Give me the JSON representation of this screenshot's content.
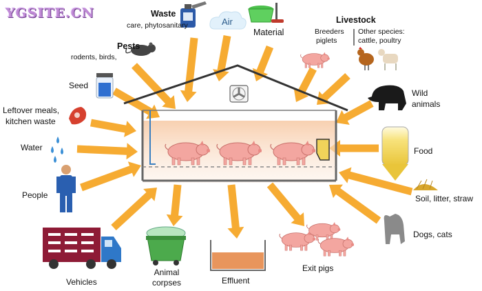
{
  "watermark": "YGSITE.CN",
  "labels": {
    "waste": "Waste",
    "waste_sub": "care, phytosanitary",
    "air": "Air",
    "material": "Material",
    "livestock": "Livestock",
    "breeders": "Breeders",
    "piglets": "piglets",
    "other_species": "Other species:",
    "cattle_poultry": "cattle, poultry",
    "pests": "Pests",
    "pests_sub": "rodents, birds,",
    "seed": "Seed",
    "leftover_1": "Leftover meals,",
    "leftover_2": "kitchen waste",
    "water": "Water",
    "people": "People",
    "wild_1": "Wild",
    "wild_2": "animals",
    "food": "Food",
    "soil": "Soil, litter, straw",
    "dogs": "Dogs, cats",
    "vehicles": "Vehicles",
    "corpses_1": "Animal",
    "corpses_2": "corpses",
    "effluent": "Effluent",
    "exit_pigs": "Exit pigs"
  },
  "colors": {
    "arrow": "#f5a21c",
    "pig": "#f3a6a0",
    "barn": "#555555",
    "rail": "#3a7fc0"
  }
}
